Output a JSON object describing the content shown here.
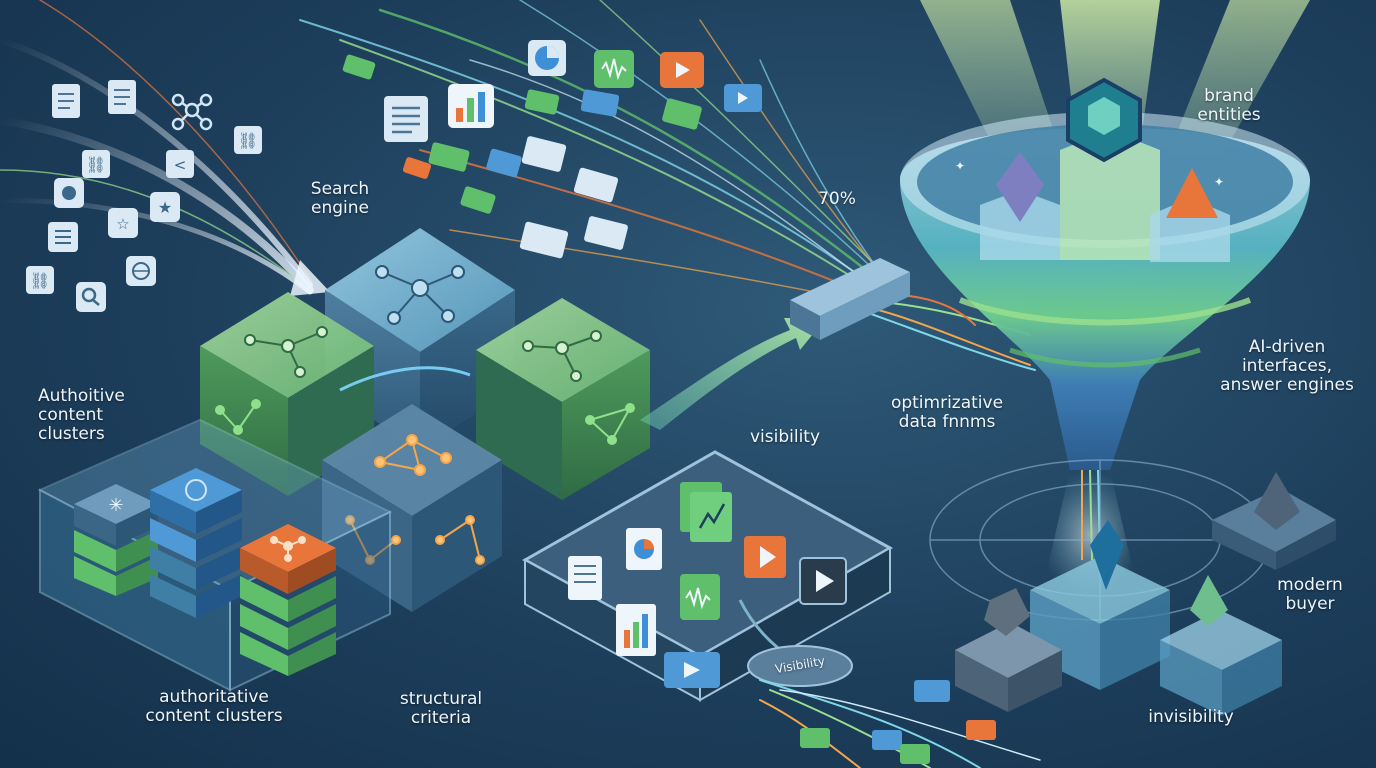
{
  "labels": {
    "search_engine": "Search\nengine",
    "percent": "70%",
    "brand_entities": "brand\nentities",
    "authoritive_clusters": "Authoitive\ncontent\nclusters",
    "authoritative_clusters": "authoritative\ncontent clusters",
    "structural_criteria": "structural\ncriteria",
    "visibility": "visibility",
    "visibility_badge": "Visibility",
    "optimrizative": "optimrizative\ndata fnnms",
    "ai_driven": "AI-driven\ninterfaces,\nanswer engines",
    "modern_buyer": "modern\nbuyer",
    "invisibility": "invisibility"
  },
  "colors": {
    "background": "#1d3f5c",
    "accent_green": "#5fbf6a",
    "accent_blue": "#3f8fd6",
    "accent_orange": "#e8763a",
    "glow_orange": "#f5a54a",
    "funnel_teal": "#7fc6d8"
  },
  "icons": [
    "document-icon",
    "network-icon",
    "link-icon",
    "share-icon",
    "star-icon",
    "list-icon",
    "globe-icon",
    "search-icon",
    "chart-icon",
    "pie-icon",
    "audio-icon",
    "play-icon"
  ]
}
